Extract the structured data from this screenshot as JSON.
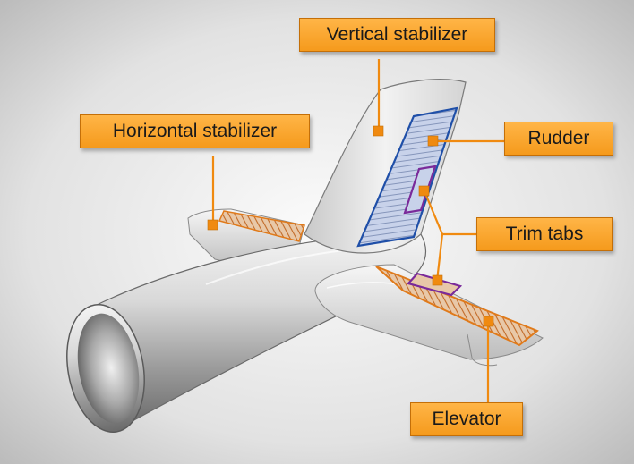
{
  "labels": {
    "vertical_stabilizer": "Vertical stabilizer",
    "horizontal_stabilizer": "Horizontal stabilizer",
    "rudder": "Rudder",
    "trim_tabs": "Trim tabs",
    "elevator": "Elevator"
  },
  "colors": {
    "background_center": "#fbfbfb",
    "background_edge": "#bcbcbc",
    "callout_fill": "#f7a22a",
    "callout_border": "#c46f08",
    "leader_line": "#f08a10",
    "rudder_fill": "#c8d2ea",
    "rudder_outline": "#1f4fa8",
    "trim_tab_outline": "#7a2a9a",
    "elevator_hatch": "#d87a28"
  }
}
